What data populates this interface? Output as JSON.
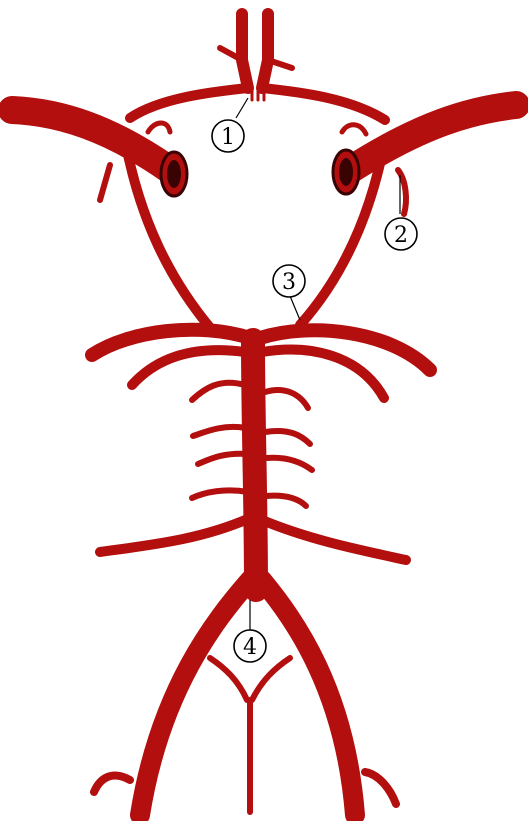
{
  "diagram": {
    "colors": {
      "artery": "#b30f0f",
      "artery_dark": "#3a0303",
      "background": "#ffffff",
      "label_stroke": "#000000"
    },
    "labels": [
      {
        "id": "1",
        "text": "1"
      },
      {
        "id": "2",
        "text": "2"
      },
      {
        "id": "3",
        "text": "3"
      },
      {
        "id": "4",
        "text": "4"
      }
    ]
  }
}
